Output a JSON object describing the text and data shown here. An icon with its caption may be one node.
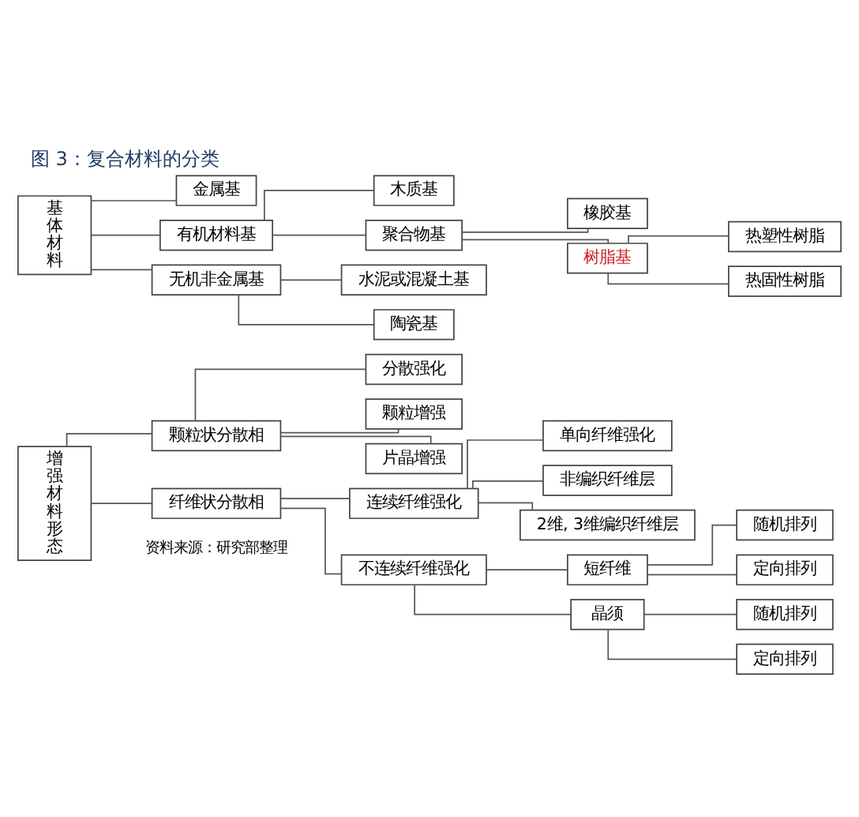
{
  "diagram": {
    "title": "图 3：复合材料的分类",
    "nodes": [
      {
        "text": [
          "基体材料"
        ]
      },
      {
        "text": [
          "金属基"
        ]
      },
      {
        "text": [
          "有机材料基"
        ]
      },
      {
        "text": [
          "木质基"
        ]
      },
      {
        "text": [
          "聚合物基"
        ]
      },
      {
        "text": [
          "橡胶基"
        ]
      },
      {
        "text": [
          "树脂基"
        ]
      },
      {
        "text": [
          "热塑性树脂"
        ]
      },
      {
        "text": [
          "热固性树脂"
        ]
      },
      {
        "text": [
          "无机非金属基"
        ]
      },
      {
        "text": [
          "水泥或混凝土基"
        ]
      },
      {
        "text": [
          "陶瓷基"
        ]
      },
      {
        "text": [
          "增强材料形态"
        ]
      },
      {
        "text": [
          "颗粒状分散相"
        ]
      },
      {
        "text": [
          "分散强化"
        ]
      },
      {
        "text": [
          "颗粒增强"
        ]
      },
      {
        "text": [
          "片晶增强"
        ]
      },
      {
        "text": [
          "纤维状分散相"
        ]
      },
      {
        "text": [
          "连续纤维强化"
        ]
      },
      {
        "text": [
          "单向纤维强化"
        ]
      },
      {
        "text": [
          "非编织纤维层"
        ]
      },
      {
        "text": [
          "2维, 3维编织纤维层"
        ]
      },
      {
        "text": [
          "不连续纤维强化"
        ]
      },
      {
        "text": [
          "短纤维"
        ]
      },
      {
        "text": [
          "随机排列"
        ]
      },
      {
        "text": [
          "定向排列"
        ]
      },
      {
        "text": [
          "晶须"
        ]
      },
      {
        "text": [
          "随机排列"
        ]
      },
      {
        "text": [
          "定向排列"
        ]
      }
    ],
    "edges": [
      {
        "from": 0,
        "to": 1,
        "arrow": "none"
      },
      {
        "from": 0,
        "to": 2,
        "arrow": "none"
      },
      {
        "from": 0,
        "to": 9,
        "arrow": "none"
      },
      {
        "from": 2,
        "to": 3,
        "arrow": "none"
      },
      {
        "from": 2,
        "to": 4,
        "arrow": "none"
      },
      {
        "from": 4,
        "to": 5,
        "arrow": "none"
      },
      {
        "from": 4,
        "to": 6,
        "arrow": "none"
      },
      {
        "from": 6,
        "to": 7,
        "arrow": "none"
      },
      {
        "from": 6,
        "to": 8,
        "arrow": "none"
      },
      {
        "from": 9,
        "to": 10,
        "arrow": "none"
      },
      {
        "from": 9,
        "to": 11,
        "arrow": "none"
      },
      {
        "from": 12,
        "to": 13,
        "arrow": "none"
      },
      {
        "from": 12,
        "to": 17,
        "arrow": "none"
      },
      {
        "from": 13,
        "to": 14,
        "arrow": "none"
      },
      {
        "from": 13,
        "to": 15,
        "arrow": "none"
      },
      {
        "from": 13,
        "to": 16,
        "arrow": "none"
      },
      {
        "from": 17,
        "to": 18,
        "arrow": "none"
      },
      {
        "from": 17,
        "to": 22,
        "arrow": "none"
      },
      {
        "from": 18,
        "to": 19,
        "arrow": "none"
      },
      {
        "from": 18,
        "to": 20,
        "arrow": "none"
      },
      {
        "from": 18,
        "to": 21,
        "arrow": "none"
      },
      {
        "from": 22,
        "to": 23,
        "arrow": "none"
      },
      {
        "from": 22,
        "to": 26,
        "arrow": "none"
      },
      {
        "from": 23,
        "to": 24,
        "arrow": "none"
      },
      {
        "from": 23,
        "to": 25,
        "arrow": "none"
      },
      {
        "from": 26,
        "to": 27,
        "arrow": "none"
      },
      {
        "from": 26,
        "to": 28,
        "arrow": "none"
      }
    ],
    "labels": [
      "资料来源：研究部整理"
    ]
  }
}
